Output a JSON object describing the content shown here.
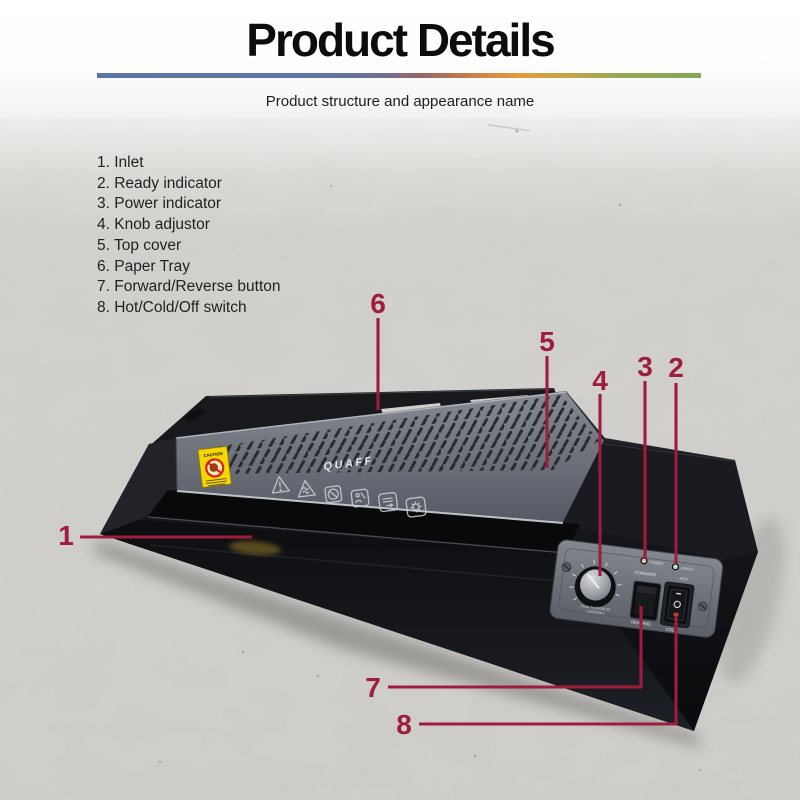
{
  "page": {
    "title": "Product Details",
    "subtitle": "Product structure and appearance name",
    "accent_color": "#9e1d3c"
  },
  "parts_list": {
    "items": [
      "1. Inlet",
      "2. Ready indicator",
      "3. Power indicator",
      "4. Knob adjustor",
      "5. Top cover",
      "6. Paper Tray",
      "7. Forward/Reverse button",
      "8. Hot/Cold/Off switch"
    ]
  },
  "callouts": [
    "1",
    "2",
    "3",
    "4",
    "5",
    "6",
    "7",
    "8"
  ],
  "device": {
    "brand": "QUAFF",
    "sticker_label": "CAUTION",
    "panel": {
      "power_label": "POWER",
      "ready_label": "READY",
      "forward_label": "FORWARD",
      "reverse_label": "REVERSE",
      "hot_label": "HOT",
      "cold_label": "COLD",
      "knob_label_line1": "FILM THICKNESS",
      "knob_label_line2": "( MICRON )"
    }
  }
}
